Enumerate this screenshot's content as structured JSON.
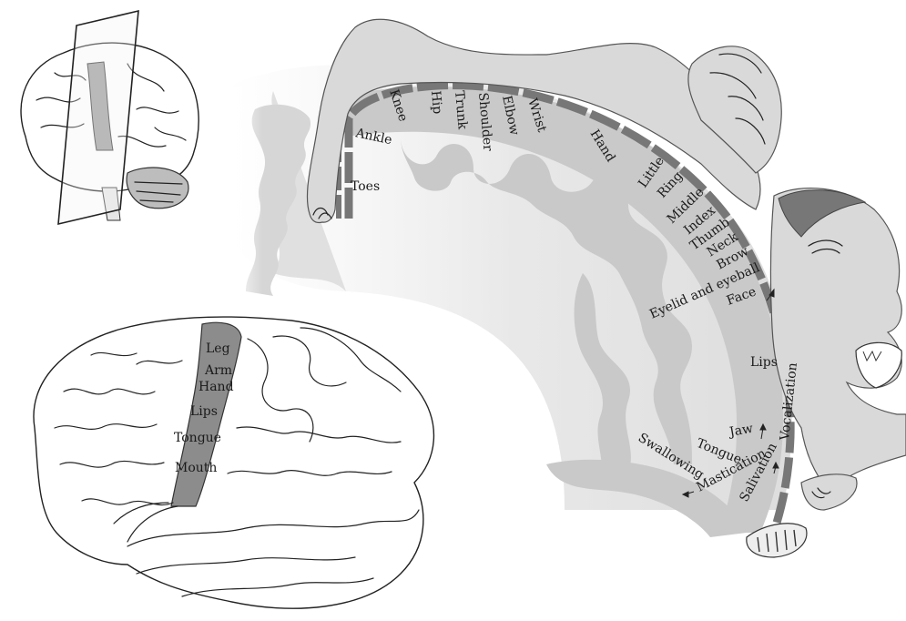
{
  "brain_labels": {
    "leg": "Leg",
    "arm": "Arm",
    "hand": "Hand",
    "lips": "Lips",
    "tongue": "Tongue",
    "mouth": "Mouth"
  },
  "homunculus_labels": {
    "toes": "Toes",
    "ankle": "Ankle",
    "knee": "Knee",
    "hip": "Hip",
    "trunk": "Trunk",
    "shoulder": "Shoulder",
    "elbow": "Elbow",
    "wrist": "Wrist",
    "hand": "Hand",
    "little": "Little",
    "ring": "Ring",
    "middle": "Middle",
    "index": "Index",
    "thumb": "Thumb",
    "neck": "Neck",
    "brow": "Brow",
    "eyelid": "Eyelid and eyeball",
    "face": "Face",
    "lips": "Lips",
    "jaw": "Jaw",
    "tongue": "Tongue",
    "swallowing": "Swallowing",
    "mastication": "Mastication",
    "salivation": "Salivation",
    "vocalization": "Vocalization"
  },
  "colors": {
    "motor_strip": "#8c8c8c",
    "cortex": "#c9c9c9",
    "band": "#777777",
    "figure": "#d9d9d9"
  }
}
